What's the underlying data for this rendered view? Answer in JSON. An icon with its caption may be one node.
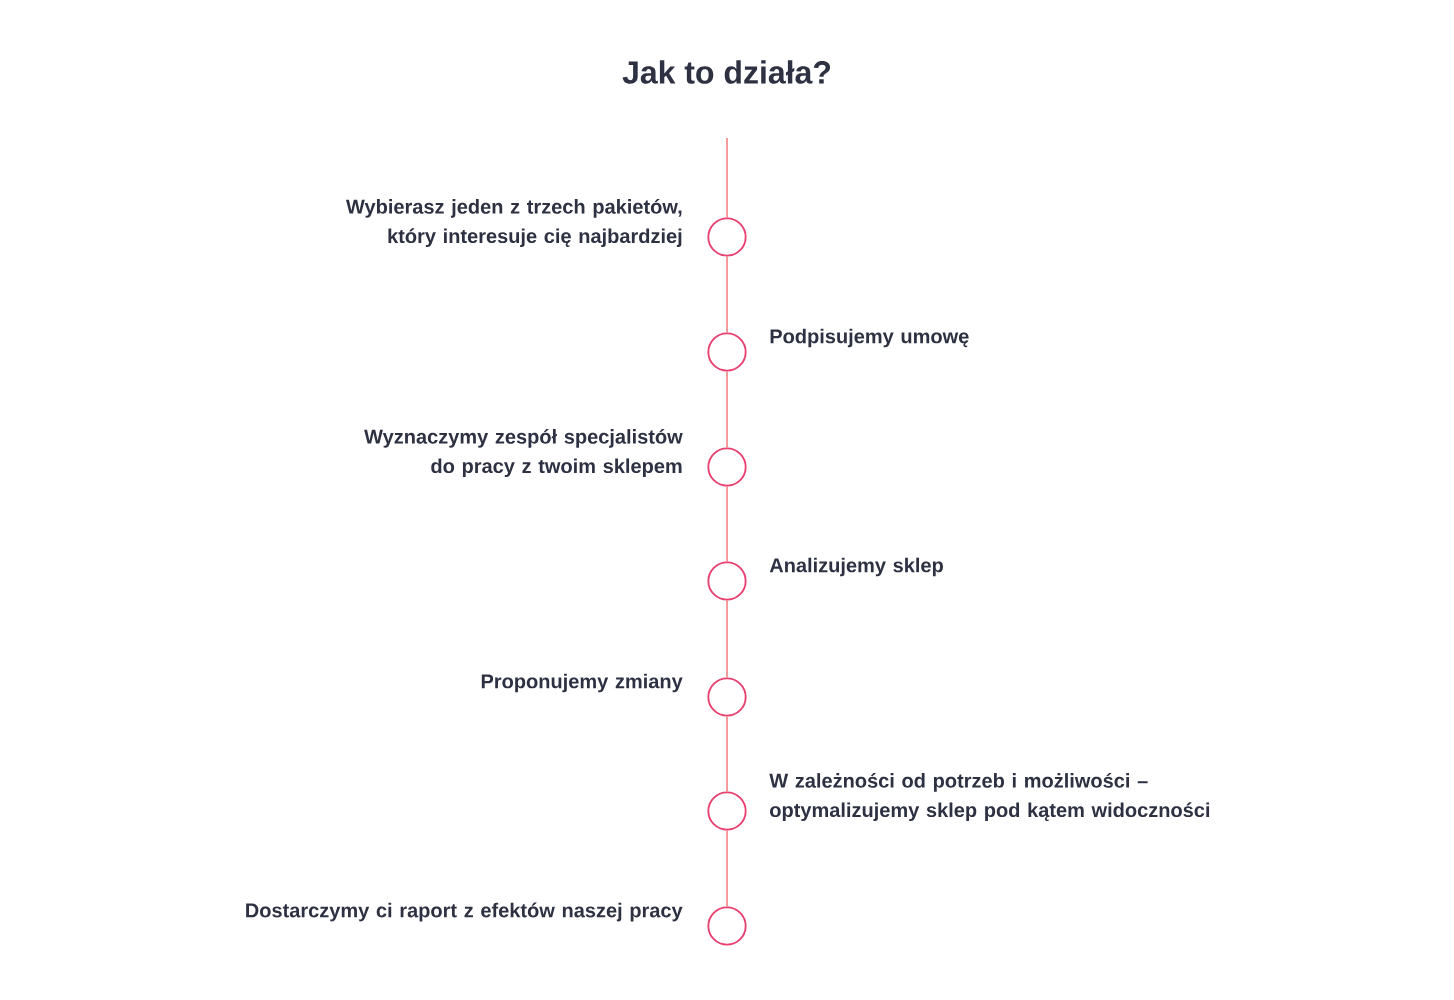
{
  "diagram": {
    "title": "Jak to działa?",
    "nodes": [
      {
        "text": [],
        "shape": "circle",
        "beside": [
          "Wybierasz jeden z trzech pakietów, który interesuje cię najbardziej"
        ]
      },
      {
        "text": [],
        "shape": "circle",
        "beside": [
          "Podpisujemy umowę"
        ]
      },
      {
        "text": [],
        "shape": "circle",
        "beside": [
          "Wyznaczymy zespół specjalistów do pracy z twoim sklepem"
        ]
      },
      {
        "text": [],
        "shape": "circle",
        "beside": [
          "Analizujemy sklep"
        ]
      },
      {
        "text": [],
        "shape": "circle",
        "beside": [
          "Proponujemy zmiany"
        ]
      },
      {
        "text": [],
        "shape": "circle",
        "beside": [
          "W zależności od potrzeb i możliwości – optymalizujemy sklep pod kątem widoczności"
        ]
      },
      {
        "text": [],
        "shape": "circle",
        "beside": [
          "Dostarczymy ci raport z efektów naszej pracy"
        ]
      }
    ],
    "edges": [
      {
        "from": null,
        "to": 0,
        "arrow": "none"
      },
      {
        "from": 0,
        "to": 1,
        "arrow": "none"
      },
      {
        "from": 1,
        "to": 2,
        "arrow": "none"
      },
      {
        "from": 2,
        "to": 3,
        "arrow": "none"
      },
      {
        "from": 3,
        "to": 4,
        "arrow": "none"
      },
      {
        "from": 4,
        "to": 5,
        "arrow": "none"
      },
      {
        "from": 5,
        "to": 6,
        "arrow": "none"
      }
    ]
  }
}
